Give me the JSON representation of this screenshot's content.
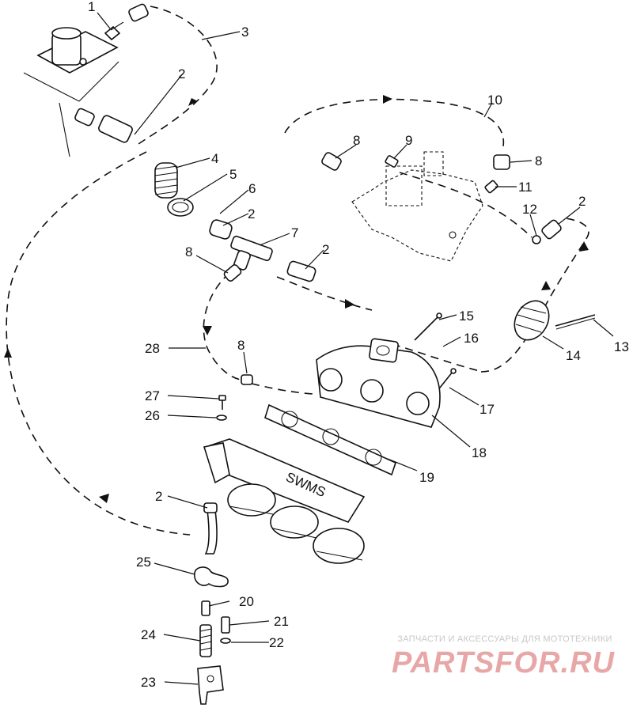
{
  "labels": [
    "1",
    "2",
    "3",
    "4",
    "5",
    "6",
    "7",
    "8",
    "9",
    "10",
    "11",
    "12",
    "13",
    "14",
    "15",
    "16",
    "17",
    "18",
    "19",
    "20",
    "21",
    "22",
    "23",
    "24",
    "25",
    "26",
    "27",
    "28"
  ],
  "watermark": {
    "tagline": "ЗАПЧАСТИ И АКСЕССУАРЫ ДЛЯ МОТОТЕХНИКИ",
    "logo": "PARTSFOR.RU"
  },
  "colors": {
    "ink": "#111111",
    "watermark_red": "#e8a7a7",
    "watermark_gray": "#c8c8c8"
  }
}
